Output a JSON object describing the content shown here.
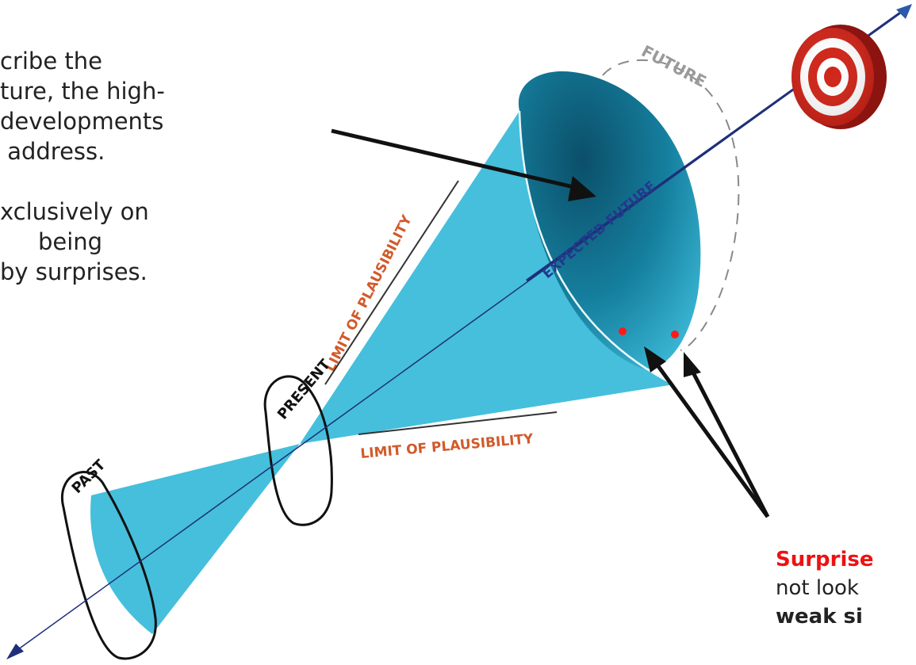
{
  "left_text": {
    "lines": [
      "cribe the",
      "ture, the high-",
      "developments",
      " address.",
      "",
      "xclusively on",
      "being",
      "by surprises."
    ]
  },
  "diagram": {
    "labels": {
      "future": "FUTURE",
      "expected_future": "EXPECTED FUTURE",
      "limit_upper": "LIMIT OF PLAUSIBILITY",
      "limit_lower": "LIMIT OF PLAUSIBILITY",
      "present": "PRESENT",
      "past": "PAST"
    },
    "colors": {
      "cone": "#45bfdc",
      "cone_mouth_dark": "#0d5f7a",
      "axis": "#1e2f7a",
      "label_orange": "#d25a2a",
      "label_blue": "#233a8c",
      "target_red": "#d02418",
      "surprise_dot": "#ff1a1a"
    }
  },
  "callout": {
    "line1": "Surprise",
    "line2": "not look",
    "line3": "weak si"
  }
}
